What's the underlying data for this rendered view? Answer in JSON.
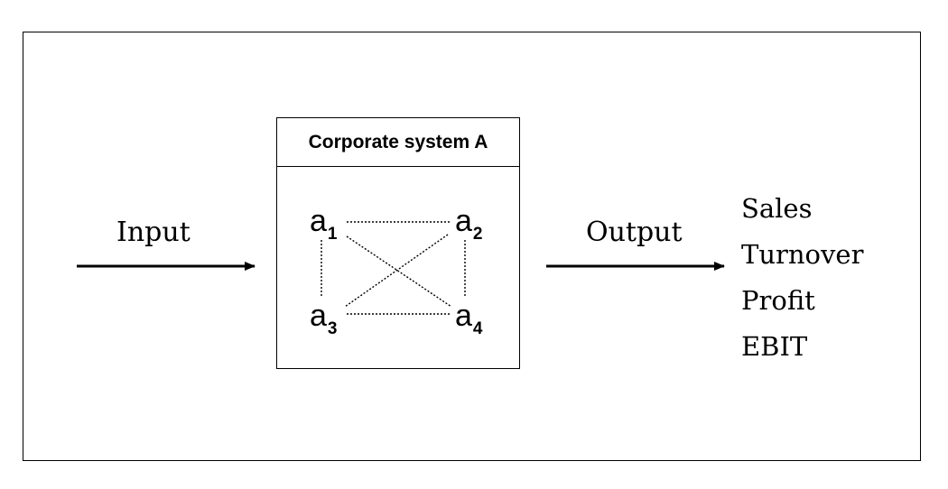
{
  "diagram": {
    "input_label": "Input",
    "output_label": "Output",
    "system": {
      "title": "Corporate system A",
      "nodes": [
        {
          "id": "a1",
          "letter": "a",
          "sub": "1"
        },
        {
          "id": "a2",
          "letter": "a",
          "sub": "2"
        },
        {
          "id": "a3",
          "letter": "a",
          "sub": "3"
        },
        {
          "id": "a4",
          "letter": "a",
          "sub": "4"
        }
      ],
      "links": [
        [
          "a1",
          "a2"
        ],
        [
          "a1",
          "a3"
        ],
        [
          "a1",
          "a4"
        ],
        [
          "a2",
          "a3"
        ],
        [
          "a2",
          "a4"
        ],
        [
          "a3",
          "a4"
        ]
      ]
    },
    "outputs": [
      "Sales",
      "Turnover",
      "Profit",
      "EBIT"
    ]
  }
}
